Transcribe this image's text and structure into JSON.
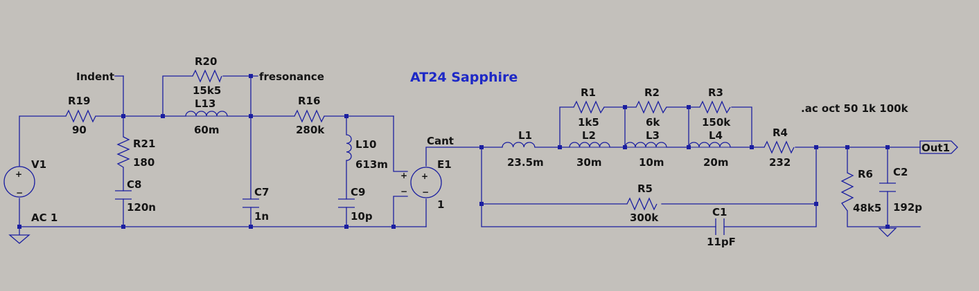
{
  "title": "AT24 Sapphire",
  "directive": ".ac oct 50 1k 100k",
  "net_labels": {
    "indent": "Indent",
    "fresonance": "fresonance",
    "cant": "Cant",
    "out": "Out1"
  },
  "sources": {
    "V1": {
      "name": "V1",
      "value": "AC 1"
    },
    "E1": {
      "name": "E1",
      "value": "1"
    }
  },
  "components": {
    "R19": {
      "name": "R19",
      "value": "90"
    },
    "R20": {
      "name": "R20",
      "value": "15k5"
    },
    "L13": {
      "name": "L13",
      "value": "60m"
    },
    "R21": {
      "name": "R21",
      "value": "180"
    },
    "C8": {
      "name": "C8",
      "value": "120n"
    },
    "C7": {
      "name": "C7",
      "value": "1n"
    },
    "R16": {
      "name": "R16",
      "value": "280k"
    },
    "L10": {
      "name": "L10",
      "value": "613m"
    },
    "C9": {
      "name": "C9",
      "value": "10p"
    },
    "L1": {
      "name": "L1",
      "value": "23.5m"
    },
    "R1": {
      "name": "R1",
      "value": "1k5"
    },
    "L2": {
      "name": "L2",
      "value": "30m"
    },
    "R2": {
      "name": "R2",
      "value": "6k"
    },
    "L3": {
      "name": "L3",
      "value": "10m"
    },
    "R3": {
      "name": "R3",
      "value": "150k"
    },
    "L4": {
      "name": "L4",
      "value": "20m"
    },
    "R4": {
      "name": "R4",
      "value": "232"
    },
    "R5": {
      "name": "R5",
      "value": "300k"
    },
    "C1": {
      "name": "C1",
      "value": "11pF"
    },
    "R6": {
      "name": "R6",
      "value": "48k5"
    },
    "C2": {
      "name": "C2",
      "value": "192p"
    }
  },
  "colors": {
    "background": "#c3c0bb",
    "wire": "#1b1fa0",
    "text": "#141414",
    "title": "#1d28c6"
  }
}
